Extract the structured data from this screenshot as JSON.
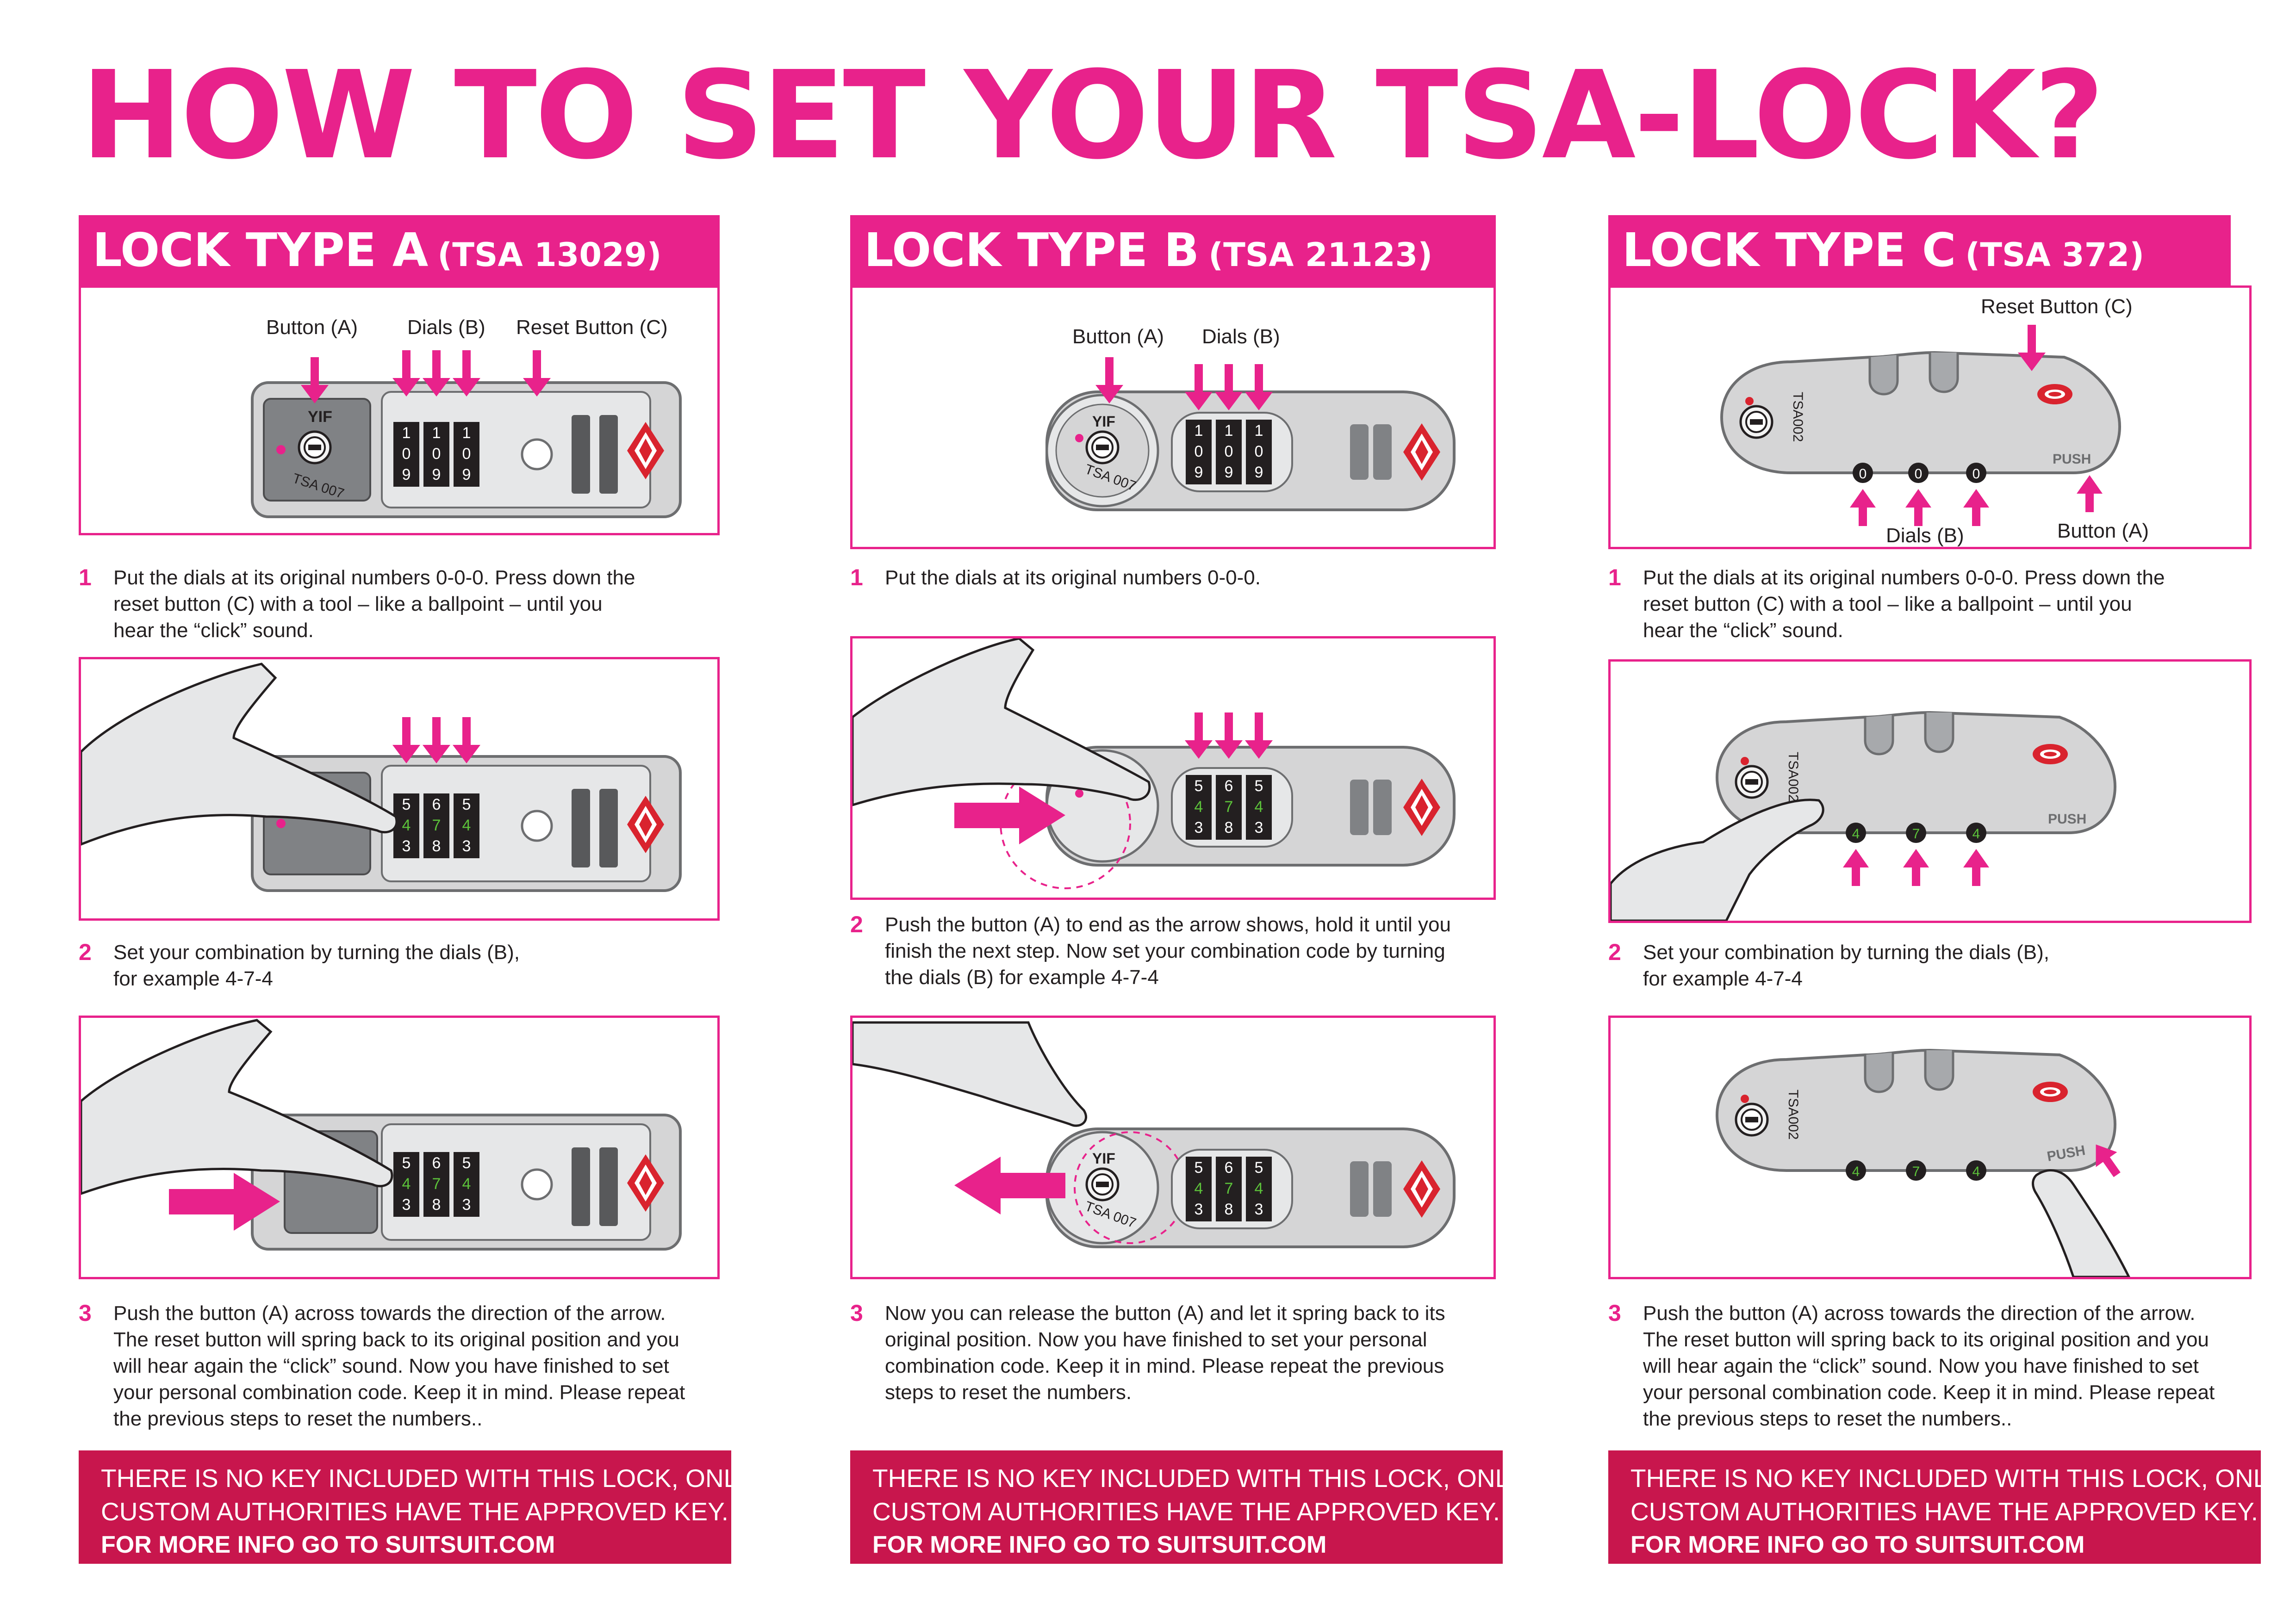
{
  "title": "HOW TO SET YOUR TSA-LOCK?",
  "colors": {
    "accent": "#e8228b",
    "notice": "#c8164d",
    "lock_body": "#d5d5d6",
    "dial": "#231f20",
    "highlight": "#5cc23a"
  },
  "columns": [
    {
      "id": "a",
      "heading": "LOCK TYPE A",
      "model": "(TSA 13029)",
      "labels": {
        "button": "Button (A)",
        "dials": "Dials (B)",
        "reset": "Reset Button (C)"
      },
      "lock_marks": {
        "brand": "YIF",
        "model": "TSA 007"
      },
      "dials_start": [
        "1",
        "0",
        "9"
      ],
      "dials_set": [
        [
          "5",
          "4",
          "3"
        ],
        [
          "6",
          "7",
          "8"
        ],
        [
          "5",
          "4",
          "3"
        ]
      ],
      "steps": [
        {
          "num": "1",
          "lines": [
            "Put the dials at its original numbers 0-0-0. Press down the",
            "reset button (C) with a tool – like a ballpoint – until you",
            "hear the “click” sound."
          ]
        },
        {
          "num": "2",
          "lines": [
            "Set your combination by turning the dials (B),",
            "for example 4-7-4"
          ]
        },
        {
          "num": "3",
          "lines": [
            "Push the button (A) across towards the direction of the arrow.",
            "The reset button will spring back to its original position and you",
            "will hear again the “click” sound. Now you have finished to set",
            "your personal combination code. Keep it in mind. Please repeat",
            "the previous steps to reset the numbers.."
          ]
        }
      ],
      "notice": [
        "THERE IS NO KEY INCLUDED WITH THIS LOCK, ONLY",
        "CUSTOM AUTHORITIES HAVE THE APPROVED KEY.",
        "FOR MORE INFO GO TO SUITSUIT.COM"
      ]
    },
    {
      "id": "b",
      "heading": "LOCK TYPE B",
      "model": "(TSA 21123)",
      "labels": {
        "button": "Button (A)",
        "dials": "Dials (B)"
      },
      "lock_marks": {
        "brand": "YIF",
        "model": "TSA 007"
      },
      "steps": [
        {
          "num": "1",
          "lines": [
            "Put the dials at its original numbers 0-0-0."
          ]
        },
        {
          "num": "2",
          "lines": [
            "Push the button (A) to end as the arrow shows, hold it until you",
            "finish the next step. Now set your combination code by turning",
            "the dials (B) for example 4-7-4"
          ]
        },
        {
          "num": "3",
          "lines": [
            "Now you can release the button (A) and let it spring back to its",
            "original position. Now you have finished to set your personal",
            "combination code. Keep it in mind. Please repeat the previous",
            "steps to reset the numbers."
          ]
        }
      ],
      "notice": [
        "THERE IS NO KEY INCLUDED WITH THIS LOCK, ONLY",
        "CUSTOM AUTHORITIES HAVE THE APPROVED KEY.",
        "FOR MORE INFO GO TO SUITSUIT.COM"
      ]
    },
    {
      "id": "c",
      "heading": "LOCK TYPE C",
      "model": "(TSA 372)",
      "labels": {
        "reset": "Reset Button (C)",
        "dials": "Dials (B)",
        "button": "Button (A)"
      },
      "lock_marks": {
        "model": "TSA002",
        "push": "PUSH"
      },
      "dials_start": [
        "0",
        "0",
        "0"
      ],
      "dials_set": [
        "4",
        "7",
        "4"
      ],
      "steps": [
        {
          "num": "1",
          "lines": [
            "Put the dials at its original numbers 0-0-0. Press down the",
            "reset button (C) with a tool – like a ballpoint – until you",
            "hear the “click” sound."
          ]
        },
        {
          "num": "2",
          "lines": [
            "Set your combination by turning the dials (B),",
            "for example 4-7-4"
          ]
        },
        {
          "num": "3",
          "lines": [
            "Push the button (A) across towards the direction of the arrow.",
            "The reset button will spring back to its original position and you",
            "will hear again the “click” sound. Now you have finished to set",
            "your personal combination code. Keep it in mind. Please repeat",
            "the previous steps to reset the numbers.."
          ]
        }
      ],
      "notice": [
        "THERE IS NO KEY INCLUDED WITH THIS LOCK, ONLY",
        "CUSTOM AUTHORITIES HAVE THE APPROVED KEY.",
        "FOR MORE INFO GO TO SUITSUIT.COM"
      ]
    }
  ]
}
